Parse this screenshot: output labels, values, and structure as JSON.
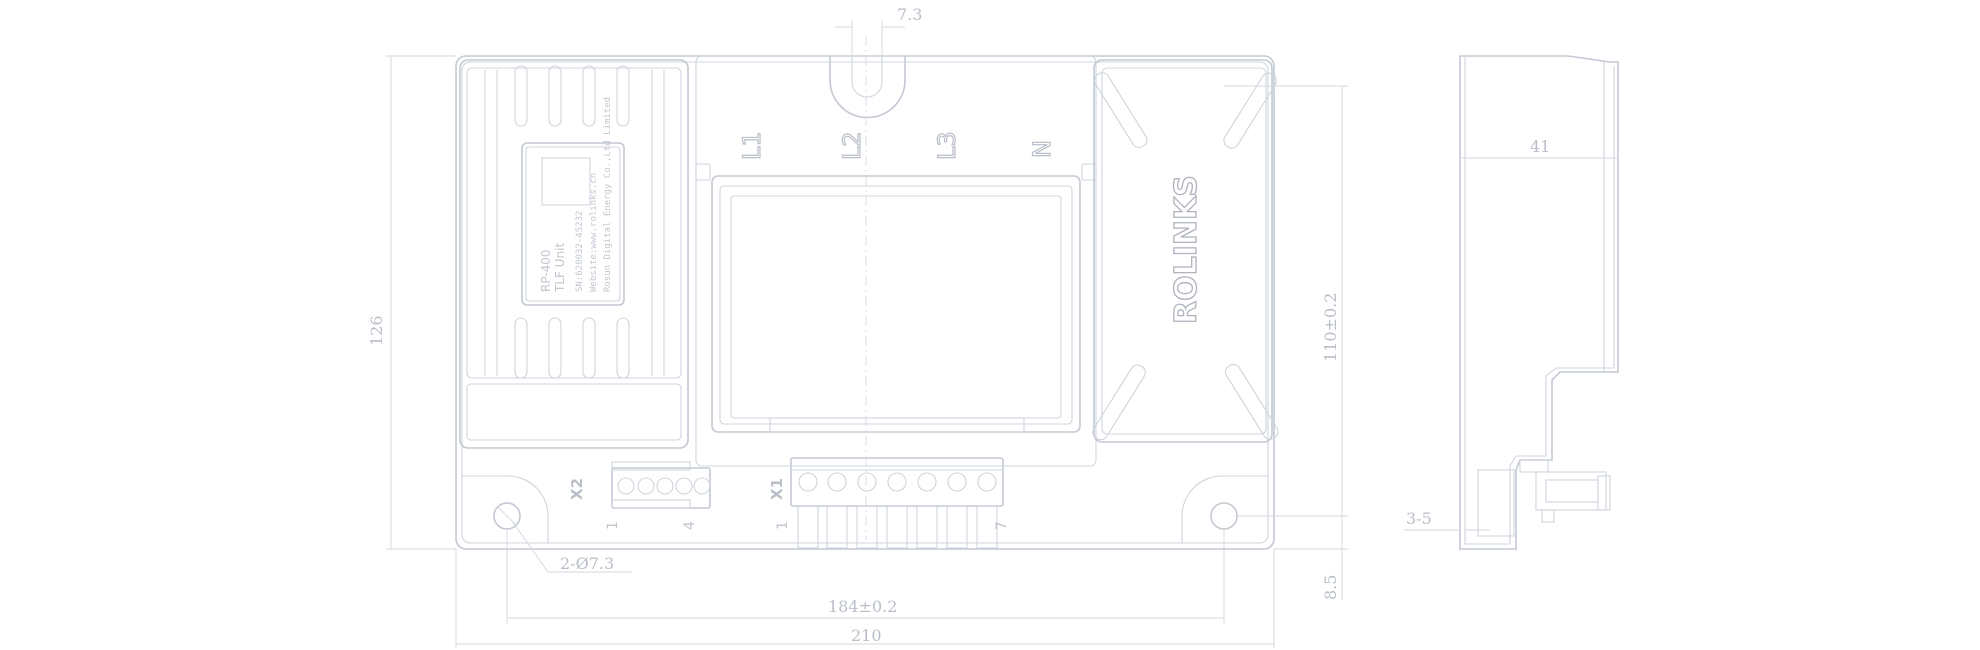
{
  "dimensions": {
    "slot_width": "7.3",
    "overall_height": "126",
    "mount_height": "110±0.2",
    "bottom_offset": "8.5",
    "hole_spacing": "184±0.2",
    "overall_width": "210",
    "hole_diameter": "2-Ø7.3",
    "side_depth": "41",
    "side_thickness": "3-5"
  },
  "phases": [
    "L1",
    "L2",
    "L3",
    "N"
  ],
  "brand": "ROLINKS",
  "label": {
    "model": "RP-400",
    "unit": "TLF Unit",
    "sn": "SN:620032-45232",
    "web": "Website:www.rolinks.cn",
    "company": "Rosun Digital Energy Co.,Ltd  Limited"
  },
  "terminals": {
    "x2_name": "X2",
    "x2_first": "1",
    "x2_last": "4",
    "x1_name": "X1",
    "x1_first": "1",
    "x1_last": "7"
  }
}
